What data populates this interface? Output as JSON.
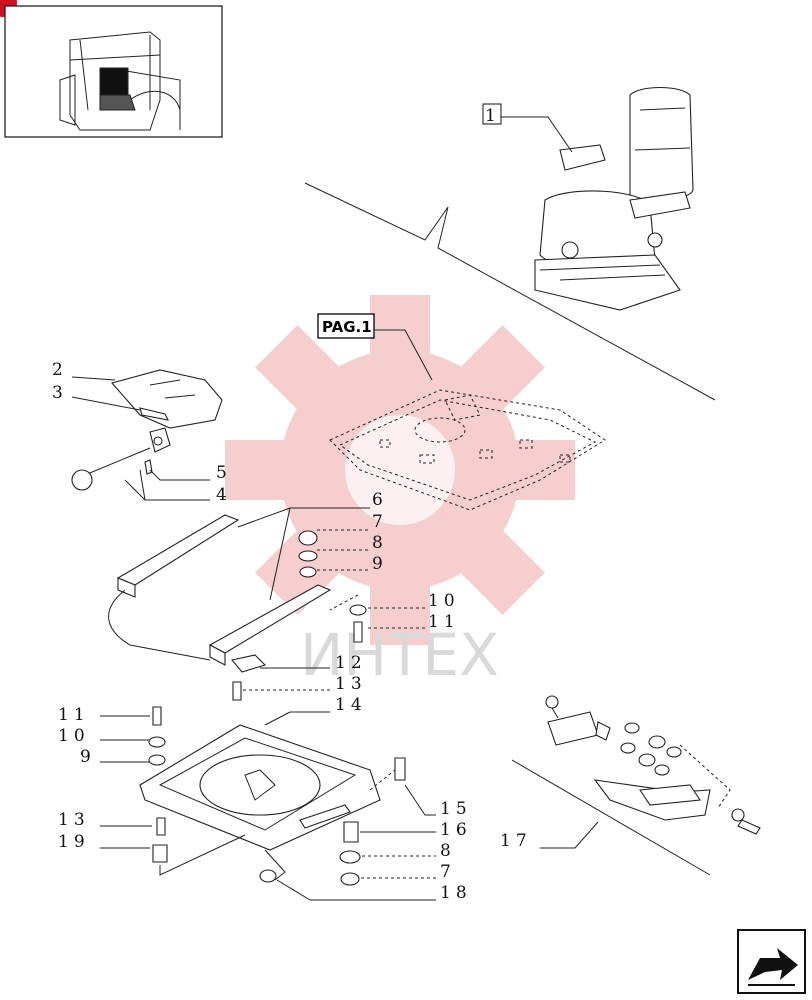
{
  "diagram": {
    "reference_label": "PAG.1",
    "watermark_text": "ИНТЕХ",
    "labels": {
      "l1": "1",
      "l2": "2",
      "l3": "3",
      "l4": "4",
      "l5": "5",
      "l6": "6",
      "l7a": "7",
      "l8a": "8",
      "l9a": "9",
      "l10a": "10",
      "l11a": "11",
      "l12": "12",
      "l13a": "13",
      "l14": "14",
      "l11b": "11",
      "l10b": "10",
      "l9b": "9",
      "l13b": "13",
      "l19": "19",
      "l15": "15",
      "l16": "16",
      "l8b": "8",
      "l7b": "7",
      "l18": "18",
      "l17": "17"
    },
    "colors": {
      "watermark_gear": "#f5c6c6",
      "corner_badge": "#cc1122",
      "linework": "#222222"
    },
    "icons": {
      "nav": "next-page-arrow-icon",
      "thumbnail": "tractor-cab-icon"
    }
  }
}
